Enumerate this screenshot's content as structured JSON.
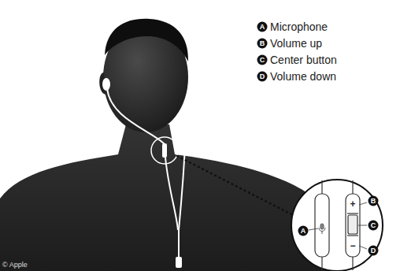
{
  "diagram": {
    "labels": [
      "A",
      "Microphone",
      "B",
      "Volume up",
      "C",
      "Center button",
      "D",
      "Volume down",
      "A",
      "+",
      "B",
      "C",
      "−",
      "D",
      "© Apple"
    ]
  }
}
